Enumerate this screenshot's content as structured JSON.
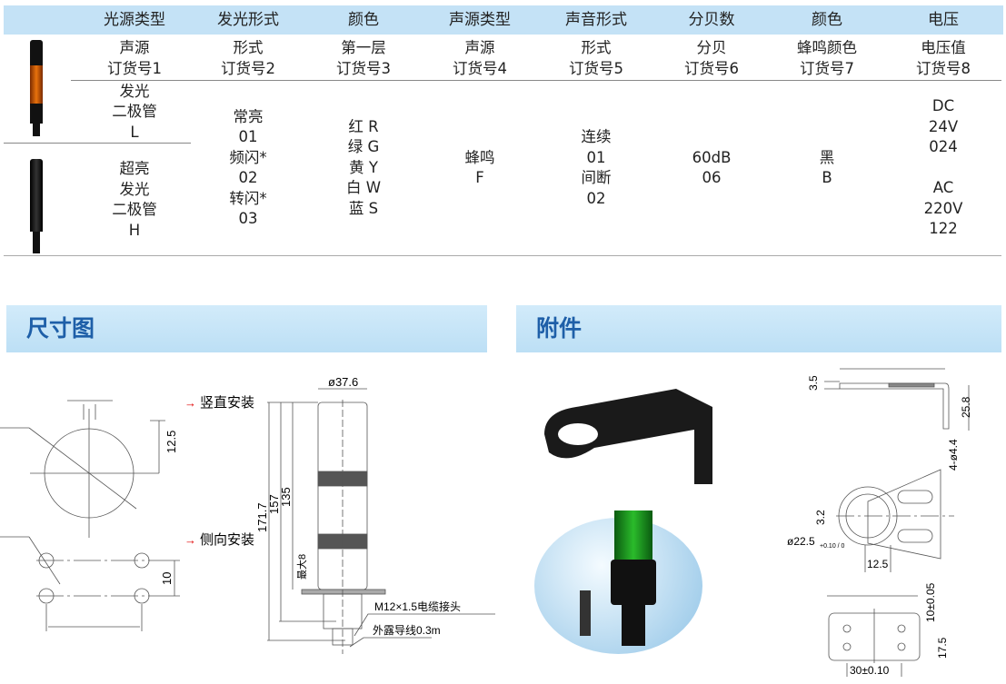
{
  "table": {
    "headers": [
      "光源类型",
      "发光形式",
      "颜色",
      "声源类型",
      "声音形式",
      "分贝数",
      "颜色",
      "电压"
    ],
    "codes": [
      [
        "声源",
        "订货号1"
      ],
      [
        "形式",
        "订货号2"
      ],
      [
        "第一层",
        "订货号3"
      ],
      [
        "声源",
        "订货号4"
      ],
      [
        "形式",
        "订货号5"
      ],
      [
        "分贝",
        "订货号6"
      ],
      [
        "蜂鸣颜色",
        "订货号7"
      ],
      [
        "电压值",
        "订货号8"
      ]
    ],
    "light_types": [
      [
        "发光",
        "二极管",
        "L"
      ],
      [
        "超亮",
        "发光",
        "二极管",
        "H"
      ]
    ],
    "forms": [
      "常亮",
      "01",
      "频闪*",
      "02",
      "转闪*",
      "03"
    ],
    "colors": [
      "红 R",
      "绿 G",
      "黄 Y",
      "白 W",
      "蓝 S"
    ],
    "sound_type": [
      "蜂鸣",
      "F"
    ],
    "sound_form": [
      "连续",
      "01",
      "间断",
      "02"
    ],
    "decibel": [
      "60dB",
      "06"
    ],
    "buzzer_color": [
      "黑",
      "B"
    ],
    "voltage": [
      "DC",
      "24V",
      "024",
      "",
      "AC",
      "220V",
      "122"
    ]
  },
  "sections": {
    "dimensions": "尺寸图",
    "accessories": "附件"
  },
  "drawing": {
    "vertical_mount": "竖直安装",
    "side_mount": "侧向安装",
    "dim_12_5": "12.5",
    "dim_10": "10",
    "diameter": "ø37.6",
    "h1": "171.7",
    "h2": "157",
    "h3": "135",
    "max8": "最大8",
    "connector": "M12×1.5电缆接头",
    "wire": "外露导线0.3m"
  },
  "bracket": {
    "d3_5": "3.5",
    "d25_8": "25.8",
    "holes": "4-ø4.4",
    "d3_2": "3.2",
    "d22_5": "ø22.5",
    "tol": "+0.10 / 0",
    "d12_5": "12.5",
    "d10": "10±0.05",
    "d17_5": "17.5",
    "d30": "30±0.10"
  },
  "colors": {
    "header_bg": "#c4e2f6",
    "section_text": "#1e5fa8",
    "arrow": "#e00000"
  }
}
